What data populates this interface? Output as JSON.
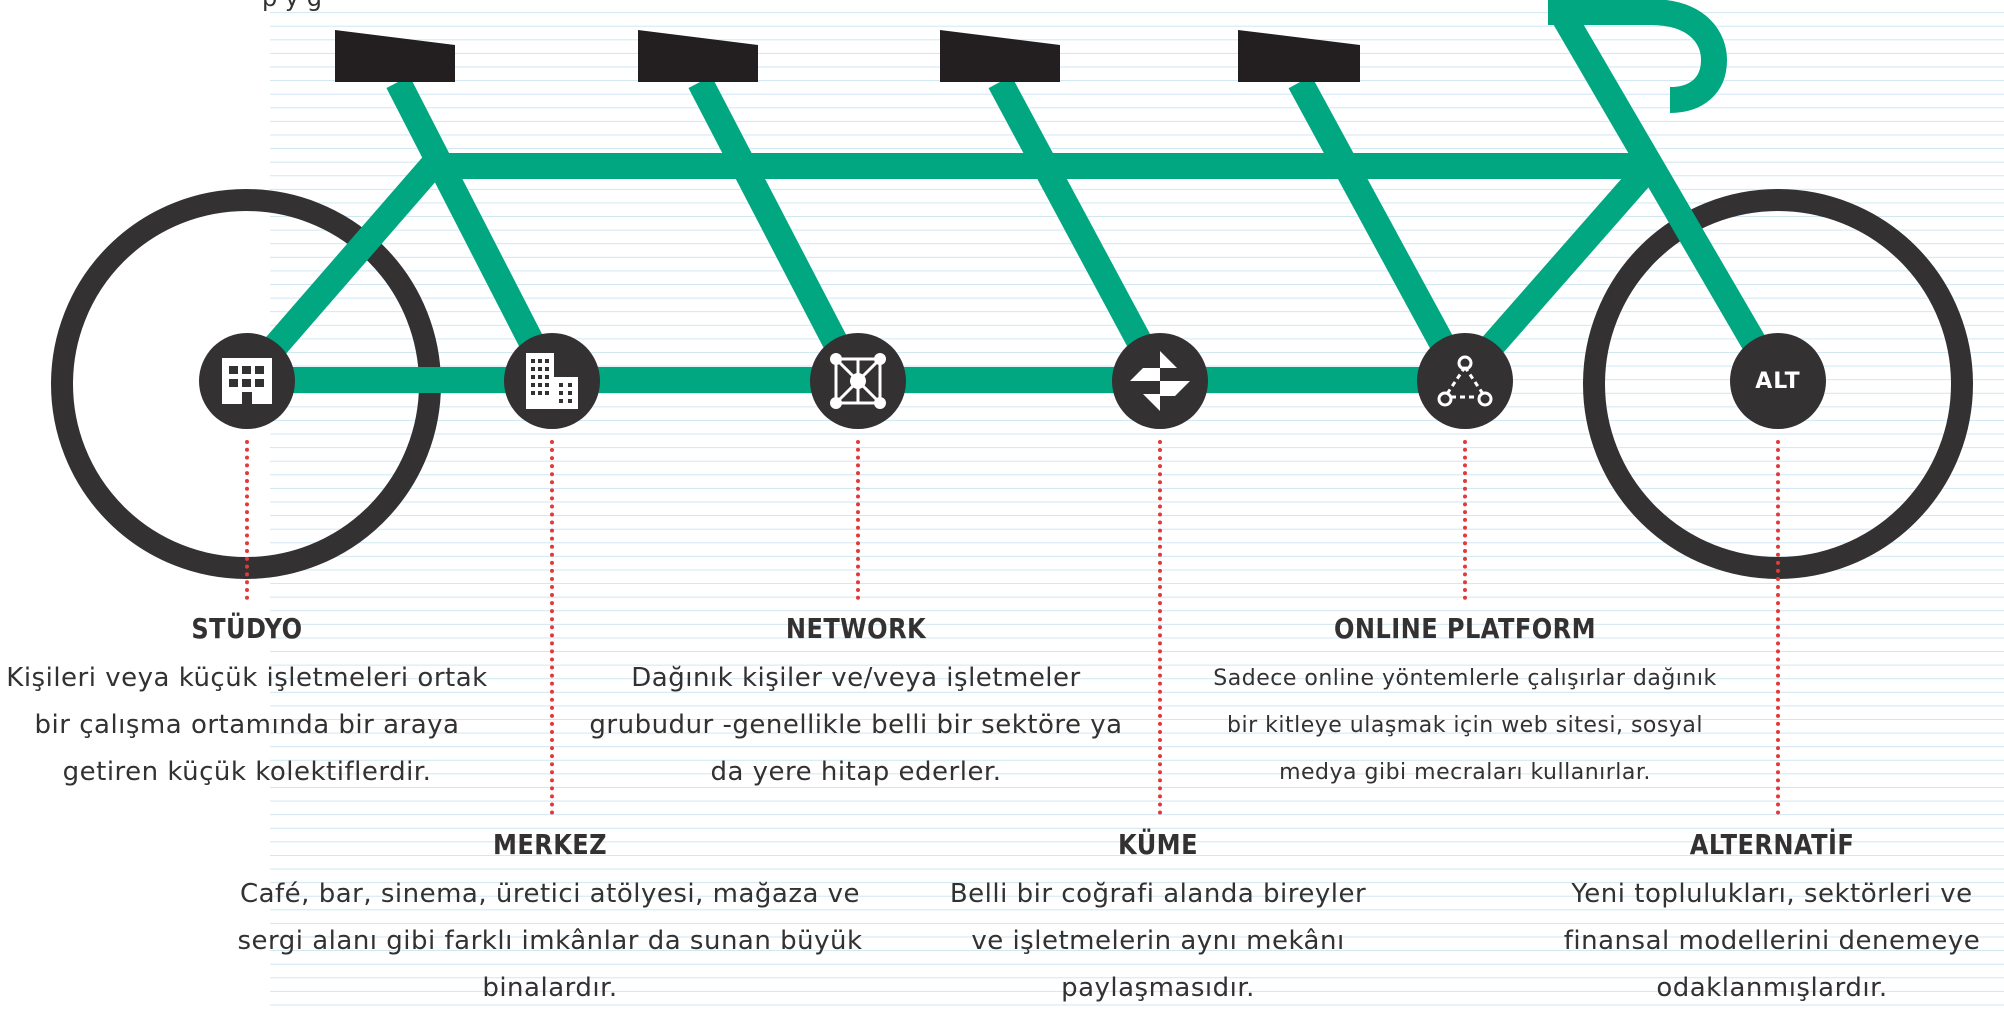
{
  "colors": {
    "frame": "#00a781",
    "wheel": "#333132",
    "node": "#333132",
    "dots": "#e23a3a",
    "lines": "#cfe6f2"
  },
  "top_fragment": "p                   y g",
  "nodes": [
    {
      "id": "studyo",
      "icon": "office-building-icon"
    },
    {
      "id": "merkez",
      "icon": "tall-building-icon"
    },
    {
      "id": "network",
      "icon": "network-icon"
    },
    {
      "id": "kume",
      "icon": "cluster-icon"
    },
    {
      "id": "online",
      "icon": "triangle-nodes-icon"
    },
    {
      "id": "alternatif",
      "icon": "alt-badge",
      "label": "ALT"
    }
  ],
  "categories": {
    "studyo": {
      "title": "STÜDYO",
      "lines": [
        "Kişileri veya küçük işletmeleri ortak",
        "bir çalışma ortamında bir araya",
        "getiren küçük kolektiflerdir."
      ]
    },
    "network": {
      "title": "NETWORK",
      "lines": [
        "Dağınık kişiler ve/veya işletmeler",
        "grubudur -genellikle belli bir sektöre ya",
        "da yere hitap ederler."
      ]
    },
    "online": {
      "title": "ONLINE PLATFORM",
      "lines": [
        "Sadece online yöntemlerle çalışırlar dağınık",
        "bir kitleye ulaşmak için web sitesi, sosyal",
        "medya gibi mecraları kullanırlar."
      ]
    },
    "merkez": {
      "title": "MERKEZ",
      "lines": [
        "Café, bar, sinema, üretici atölyesi, mağaza ve",
        "sergi alanı gibi farklı imkânlar da sunan büyük",
        "binalardır."
      ]
    },
    "kume": {
      "title": "KÜME",
      "lines": [
        "Belli bir coğrafi alanda bireyler",
        "ve işletmelerin aynı mekânı",
        "paylaşmasıdır."
      ]
    },
    "alternatif": {
      "title": "ALTERNATİF",
      "lines": [
        "Yeni toplulukları, sektörleri ve",
        "finansal modellerini denemeye",
        "odaklanmışlardır."
      ]
    }
  }
}
